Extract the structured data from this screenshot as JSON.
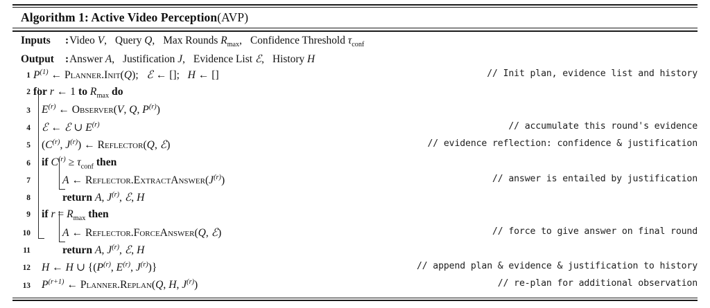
{
  "document": {
    "kind": "algorithm-float",
    "title_label": "Algorithm 1:",
    "title_name": " Active Video Perception",
    "title_abbrev": "(AVP)"
  },
  "io": {
    "inputs_key": "Inputs",
    "inputs_colon": ":",
    "inputs_items": [
      "Video V,",
      "Query Q,",
      "Max Rounds Rmax,",
      "Confidence Threshold τconf"
    ],
    "output_key": "Output",
    "output_colon": ":",
    "output_items": [
      "Answer A,",
      "Justification J,",
      "Evidence List ℰ,",
      "History H"
    ]
  },
  "lines": [
    {
      "n": "1",
      "indent": 0,
      "code": "P^(1) ← Planner.Init(Q);   ℰ ← [];   H ← []",
      "comment": "// Init plan, evidence list and history"
    },
    {
      "n": "2",
      "indent": 0,
      "code": "for r ← 1 to Rmax do",
      "comment": ""
    },
    {
      "n": "3",
      "indent": 1,
      "code": "E^(r) ← Observer(V, Q, P^(r))",
      "comment": ""
    },
    {
      "n": "4",
      "indent": 1,
      "code": "ℰ ← ℰ ∪ E^(r)",
      "comment": "// accumulate this round's evidence"
    },
    {
      "n": "5",
      "indent": 1,
      "code": "(C^(r), J^(r)) ← Reflector(Q, ℰ)",
      "comment": "// evidence reflection: confidence & justification"
    },
    {
      "n": "6",
      "indent": 1,
      "code": "if C^(r) ≥ τconf then",
      "comment": ""
    },
    {
      "n": "7",
      "indent": 2,
      "code": "A ← Reflector.ExtractAnswer(J^(r))",
      "comment": "// answer is entailed by justification"
    },
    {
      "n": "8",
      "indent": 2,
      "code": "return A, J^(r), ℰ, H",
      "comment": ""
    },
    {
      "n": "9",
      "indent": 1,
      "code": "if r = Rmax then",
      "comment": ""
    },
    {
      "n": "10",
      "indent": 2,
      "code": "A ← Reflector.ForceAnswer(Q, ℰ)",
      "comment": "// force to give answer on final round"
    },
    {
      "n": "11",
      "indent": 2,
      "code": "return A, J^(r), ℰ, H",
      "comment": ""
    },
    {
      "n": "12",
      "indent": 1,
      "code": "H ← H ∪ {(P^(r), E^(r), J^(r))}",
      "comment": "// append plan & evidence & justification to history"
    },
    {
      "n": "13",
      "indent": 1,
      "code": "P^(r+1) ← Planner.Replan(Q, H, J^(r))",
      "comment": "// re-plan for additional observation"
    }
  ],
  "colors": {
    "text": "#111111",
    "rule": "#1a1a1a",
    "comment": "#1d1d1d",
    "background": "#ffffff"
  }
}
